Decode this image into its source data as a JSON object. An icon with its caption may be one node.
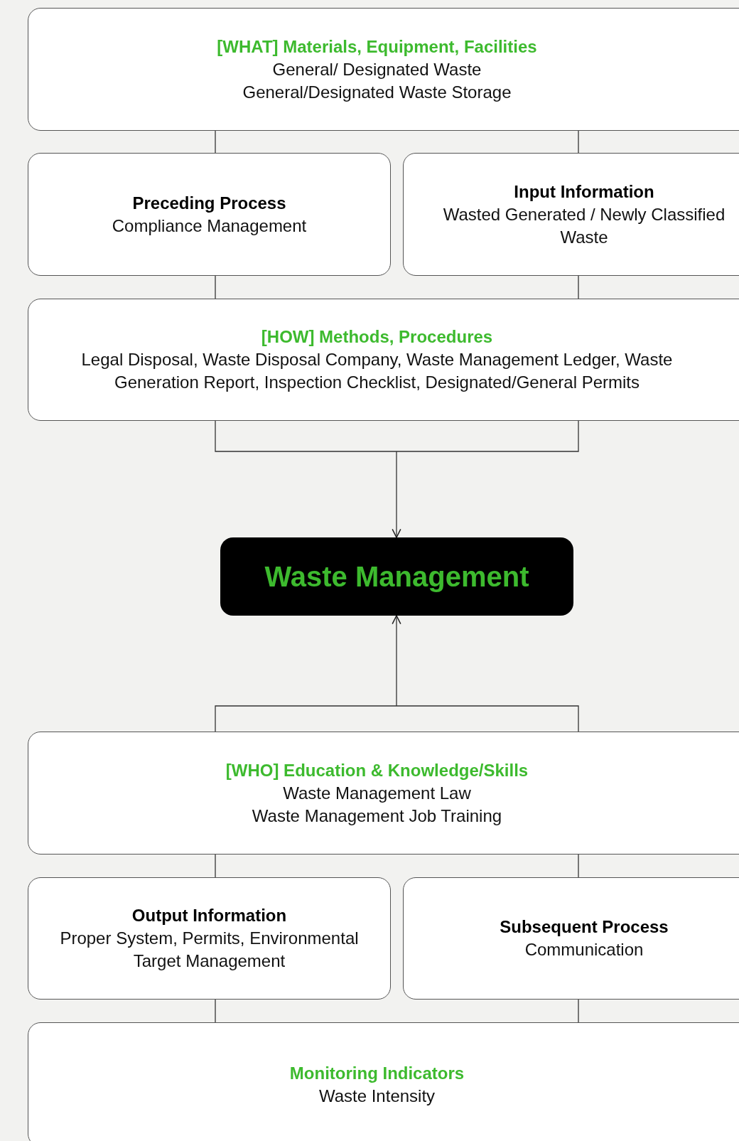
{
  "diagram": {
    "nodes": [
      {
        "text": [
          "[WHAT] Materials, Equipment, Facilities",
          "General/ Designated Waste",
          "General/Designated Waste Storage"
        ]
      },
      {
        "text": [
          "Preceding Process",
          "Compliance Management"
        ]
      },
      {
        "text": [
          "Input Information",
          "Wasted Generated / Newly Classified Waste"
        ]
      },
      {
        "text": [
          "[HOW] Methods, Procedures",
          "Legal Disposal, Waste Disposal Company, Waste Management Ledger, Waste Generation Report, Inspection Checklist, Designated/General Permits"
        ]
      },
      {
        "text": [
          "Waste Management"
        ]
      },
      {
        "text": [
          "[WHO] Education & Knowledge/Skills",
          "Waste Management Law",
          "Waste Management Job Training"
        ]
      },
      {
        "text": [
          "Output Information",
          "Proper System, Permits, Environmental Target Management"
        ]
      },
      {
        "text": [
          "Subsequent Process",
          "Communication"
        ]
      },
      {
        "text": [
          "Monitoring Indicators",
          "Waste Intensity"
        ]
      }
    ],
    "edges": [
      {
        "from": 0,
        "to": 1,
        "arrow": "none"
      },
      {
        "from": 0,
        "to": 2,
        "arrow": "none"
      },
      {
        "from": 1,
        "to": 3,
        "arrow": "none"
      },
      {
        "from": 2,
        "to": 3,
        "arrow": "none"
      },
      {
        "from": 3,
        "to": 4,
        "arrow": "to"
      },
      {
        "from": 5,
        "to": 4,
        "arrow": "to"
      },
      {
        "from": 5,
        "to": 6,
        "arrow": "none"
      },
      {
        "from": 5,
        "to": 7,
        "arrow": "none"
      },
      {
        "from": 6,
        "to": 8,
        "arrow": "none"
      },
      {
        "from": 7,
        "to": 8,
        "arrow": "none"
      }
    ]
  }
}
